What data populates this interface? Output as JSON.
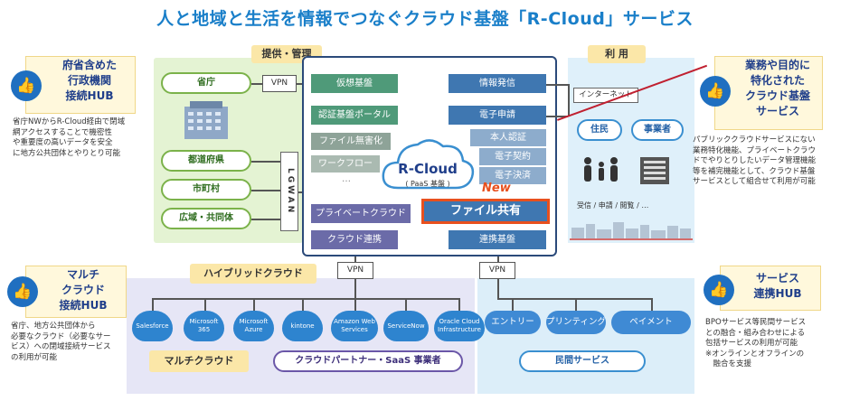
{
  "title": "人と地域と生活を情報でつなぐクラウド基盤「R-Cloud」サービス",
  "tags": {
    "provide": "提供・管理",
    "use": "利 用",
    "hybrid": "ハイブリッドクラウド",
    "multi": "マルチクラウド",
    "partner": "クラウドパートナー・SaaS 事業者"
  },
  "left_nodes": {
    "ministry": "省庁",
    "prefecture": "都道府県",
    "city": "市町村",
    "wide": "広域・共同体"
  },
  "lgwan": "LGWAN",
  "vpn": "VPN",
  "platform": {
    "cloud_name": "R-Cloud",
    "cloud_sub": "( PaaS 基盤 )",
    "left_services": [
      "仮想基盤",
      "認証基盤ポータル",
      "ファイル無害化",
      "ワークフロー",
      "…",
      "プライベートクラウド",
      "クラウド連携"
    ],
    "right_services": [
      "情報発信",
      "電子申請",
      "本人認証",
      "電子契約",
      "電子決済",
      "連携基盤"
    ],
    "file_share": "ファイル共有",
    "new": "New"
  },
  "right_zone": {
    "internet": "インターネット",
    "resident": "住民",
    "business": "事業者",
    "activity": "受信 / 申請 / 閲覧 / …"
  },
  "cards": {
    "gov": {
      "title": [
        "府省含めた",
        "行政機関",
        "接続HUB"
      ],
      "desc": [
        "省庁NWからR-Cloud経由で閉域",
        "網アクセスすることで機密性",
        "や重要度の高いデータを安全",
        "に地方公共団体とやりとり可能"
      ]
    },
    "special": {
      "title": [
        "業務や目的に",
        "特化された",
        "クラウド基盤",
        "サービス"
      ],
      "desc": [
        "パブリッククラウドサービスにない",
        "業務特化機能、プライベートクラウ",
        "ドでやりとりしたいデータ管理機能",
        "等を補完機能として、クラウド基盤",
        "サービスとして組合せて利用が可能"
      ]
    },
    "multi": {
      "title": [
        "マルチ",
        "クラウド",
        "接続HUB"
      ],
      "desc": [
        "省庁、地方公共団体から",
        "必要なクラウド（必要なサー",
        "ビス）への閉域接続サービス",
        "の利用が可能"
      ]
    },
    "service": {
      "title": [
        "サービス",
        "連携HUB"
      ],
      "desc": [
        "BPOサービス等民間サービス",
        "との融合・組み合わせによる",
        "包括サービスの利用が可能",
        "※オンラインとオフラインの",
        "　融合を支援"
      ]
    }
  },
  "clouds": [
    "Salesforce",
    "Microsoft 365",
    "Microsoft Azure",
    "kintone",
    "Amazon Web Services",
    "ServiceNow",
    "Oracle Cloud Infrastructure"
  ],
  "private_services": {
    "items": [
      "エントリー",
      "プリンティング",
      "ペイメント"
    ],
    "label": "民間サービス"
  }
}
